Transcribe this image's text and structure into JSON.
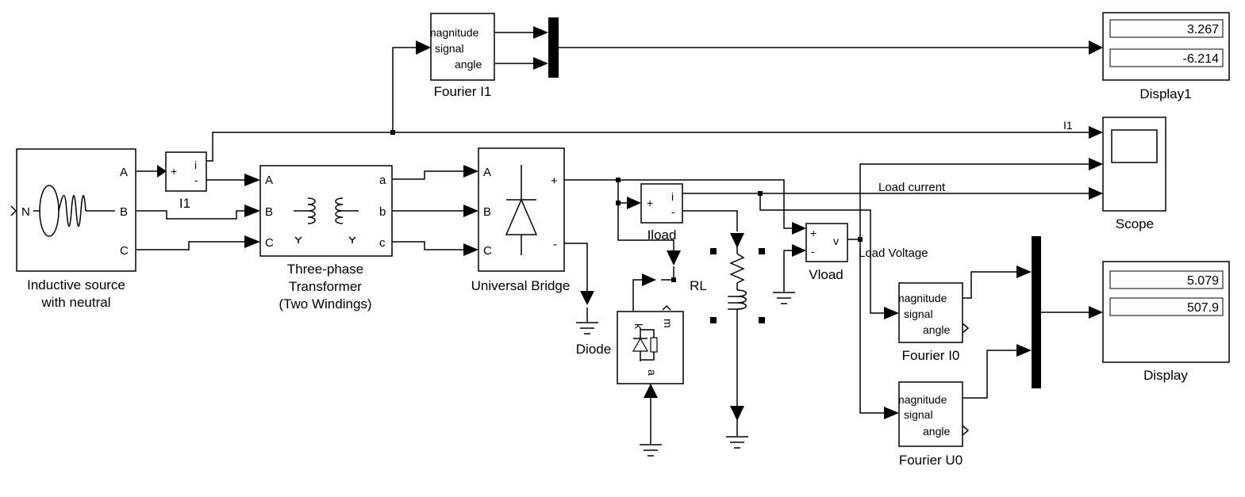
{
  "blocks": {
    "source": {
      "caption_line1": "Inductive source",
      "caption_line2": "with neutral",
      "port_a": "A",
      "port_b": "B",
      "port_c": "C",
      "port_n": "N"
    },
    "i1_meter": {
      "caption": "I1",
      "plus": "+",
      "minus": "-",
      "out": "i"
    },
    "transformer": {
      "caption_line1": "Three-phase",
      "caption_line2": "Transformer",
      "caption_line3": "(Two Windings)",
      "in_a": "A",
      "in_b": "B",
      "in_c": "C",
      "out_a": "a",
      "out_b": "b",
      "out_c": "c"
    },
    "bridge": {
      "caption": "Universal Bridge",
      "in_a": "A",
      "in_b": "B",
      "in_c": "C",
      "plus": "+",
      "minus": "-"
    },
    "iload": {
      "caption": "Iload",
      "plus": "+",
      "minus": "-",
      "out": "i"
    },
    "vload": {
      "caption": "Vload",
      "plus": "+",
      "minus": "-",
      "out": "v"
    },
    "diode": {
      "caption": "Diode",
      "k": "k",
      "m": "m",
      "a": "a"
    },
    "rl": {
      "caption": "RL"
    },
    "fourier_i1": {
      "caption": "Fourier I1",
      "p1": "magnitude",
      "p2": "signal",
      "p3": "angle"
    },
    "fourier_i0": {
      "caption": "Fourier I0",
      "p1": "magnitude",
      "p2": "signal",
      "p3": "angle"
    },
    "fourier_u0": {
      "caption": "Fourier U0",
      "p1": "magnitude",
      "p2": "signal",
      "p3": "angle"
    },
    "display1": {
      "caption": "Display1",
      "value1": "3.267",
      "value2": "-6.214"
    },
    "display": {
      "caption": "Display",
      "value1": "5.079",
      "value2": "507.9"
    },
    "scope": {
      "caption": "Scope"
    }
  },
  "signals": {
    "i1": "I1",
    "load_current": "Load current",
    "load_voltage": "Load Voltage"
  }
}
